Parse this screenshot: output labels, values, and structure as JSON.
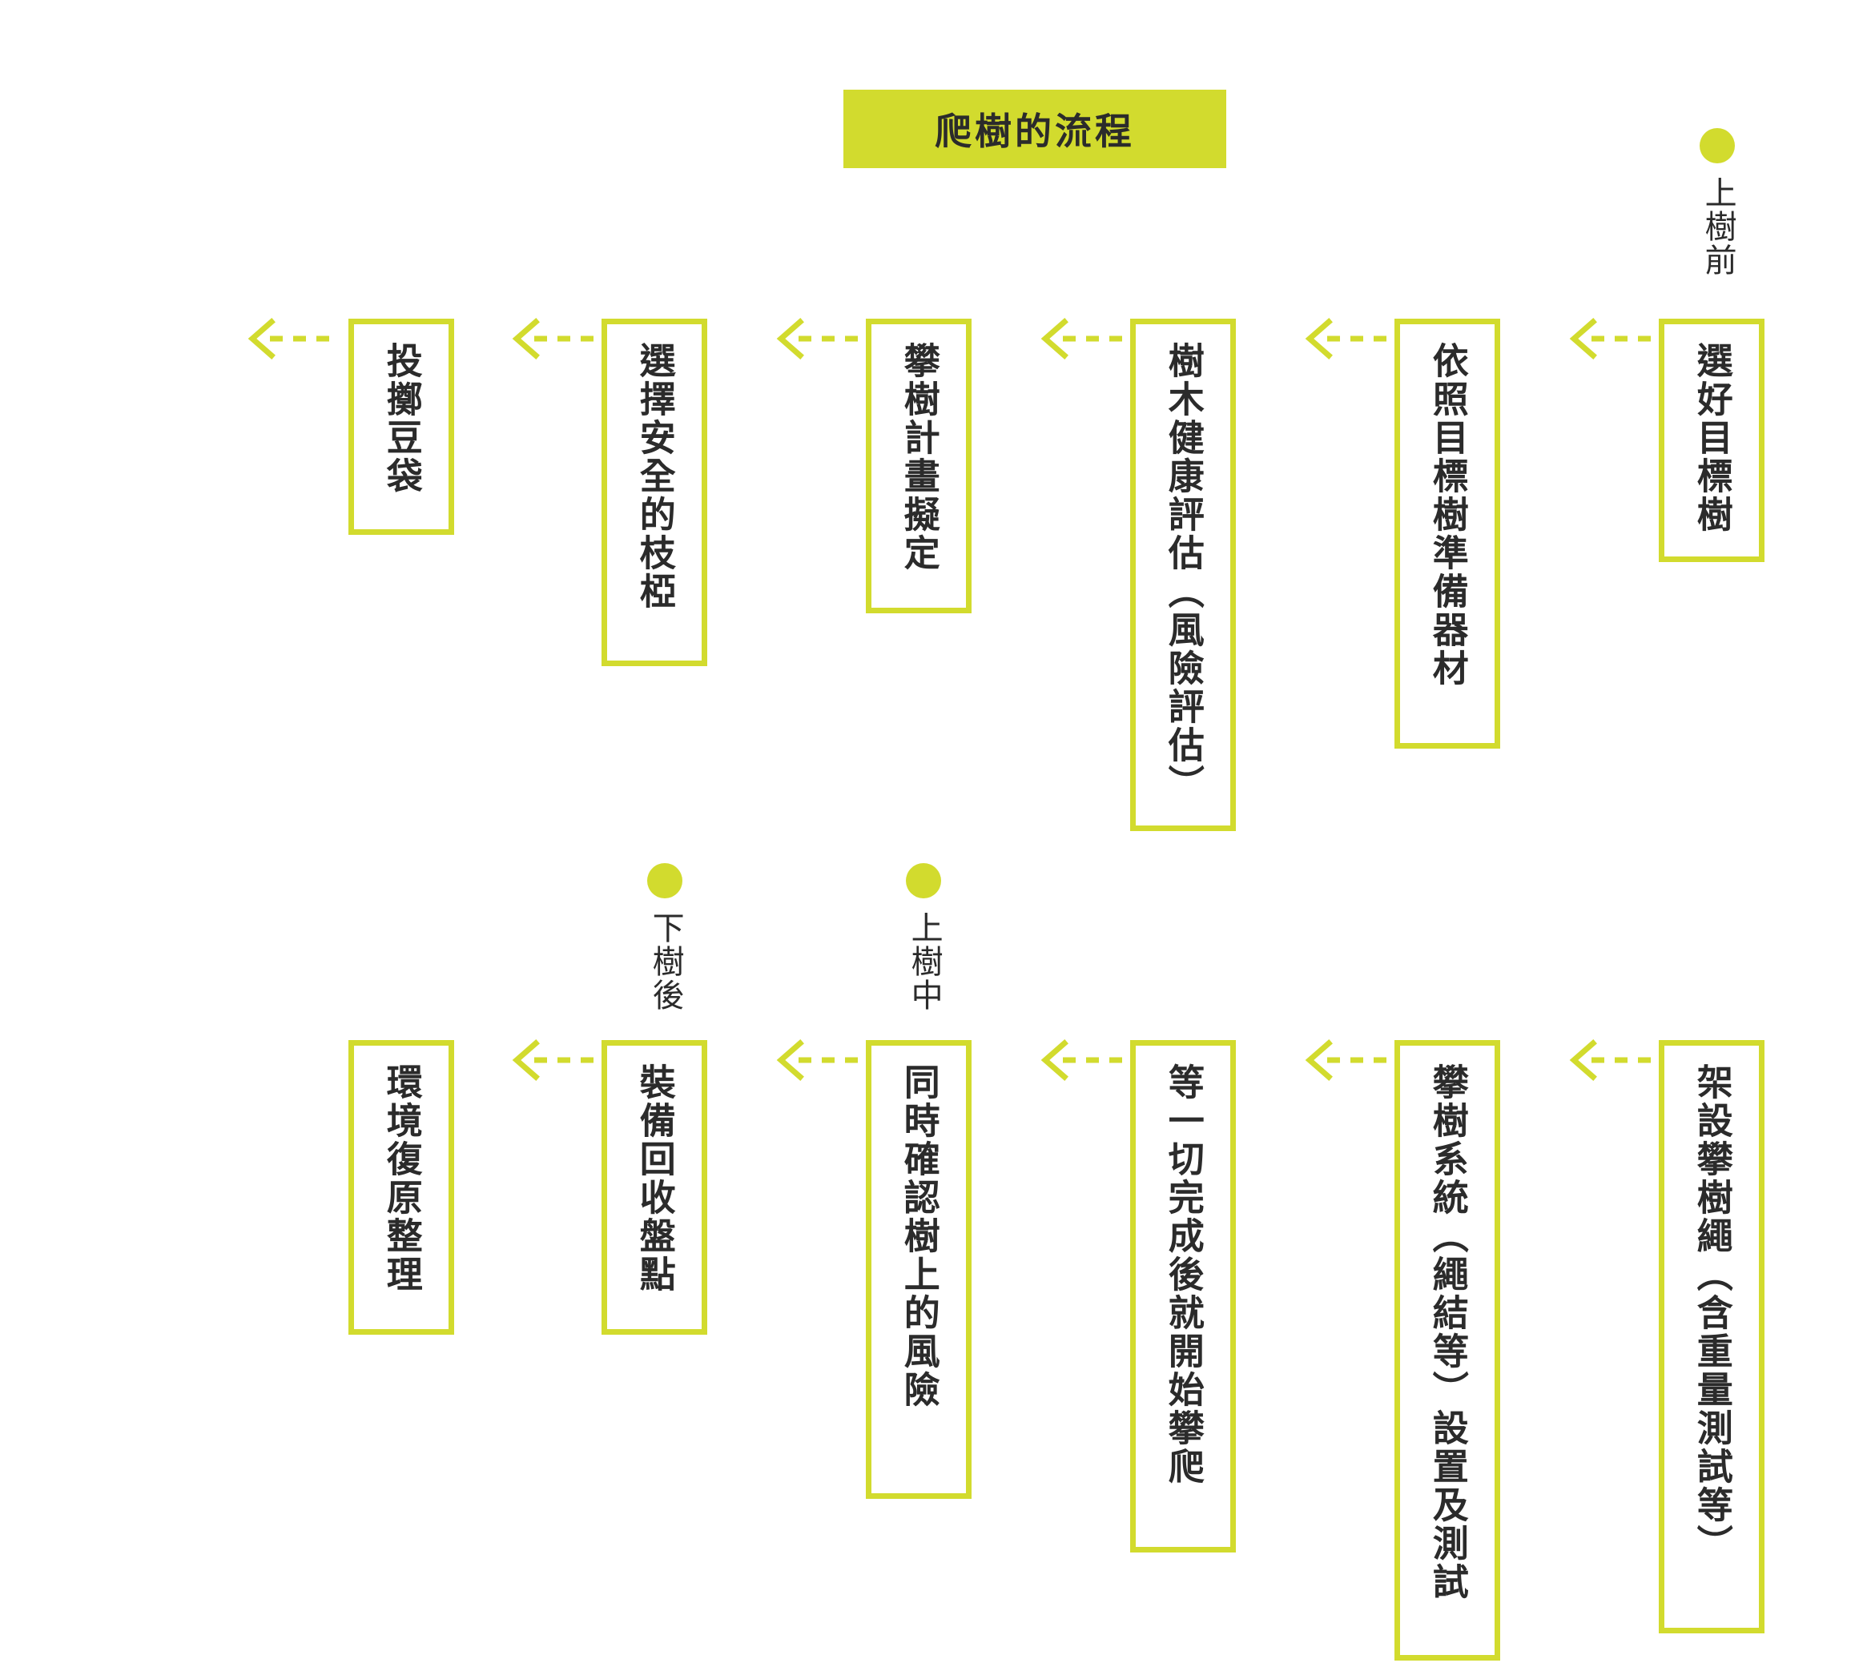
{
  "header": {
    "title": "爬樹的流程",
    "banner_color": "#d2db2e"
  },
  "theme": {
    "accent": "#d2db2e",
    "text": "#2b2b2b",
    "background": "#ffffff"
  },
  "phases": [
    {
      "id": "before",
      "label": "上樹前",
      "marker_icon": "dot-marker"
    },
    {
      "id": "during",
      "label": "上樹中",
      "marker_icon": "dot-marker"
    },
    {
      "id": "after",
      "label": "下樹後",
      "marker_icon": "dot-marker"
    }
  ],
  "rows": [
    {
      "id": "row-1",
      "phase": "上樹前",
      "steps": [
        {
          "order": 1,
          "label": "選好目標樹"
        },
        {
          "order": 2,
          "label": "依照目標樹準備器材"
        },
        {
          "order": 3,
          "label": "樹木健康評估（風險評估）"
        },
        {
          "order": 4,
          "label": "攀樹計畫擬定"
        },
        {
          "order": 5,
          "label": "選擇安全的枝椏"
        },
        {
          "order": 6,
          "label": "投擲豆袋"
        }
      ]
    },
    {
      "id": "row-2",
      "phase": "上樹中／下樹後",
      "steps": [
        {
          "order": 7,
          "label": "架設攀樹繩（含重量測試等）"
        },
        {
          "order": 8,
          "label": "攀樹系統（繩結等）設置及測試"
        },
        {
          "order": 9,
          "label": "等一切完成後就開始攀爬"
        },
        {
          "order": 10,
          "label": "同時確認樹上的風險"
        },
        {
          "order": 11,
          "label": "裝備回收盤點"
        },
        {
          "order": 12,
          "label": "環境復原整理"
        }
      ]
    }
  ],
  "connectors": {
    "icon": "dashed-left-arrow-icon",
    "direction": "left",
    "style": "dashed",
    "count": 12,
    "color": "#d2db2e"
  }
}
